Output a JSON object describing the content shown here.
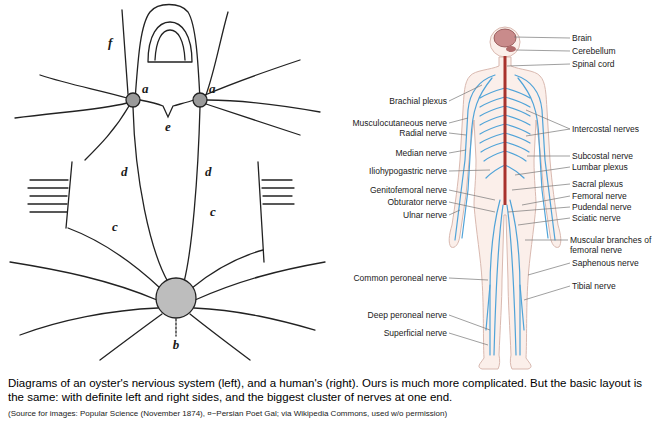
{
  "diagram": {
    "caption": "Diagrams of an oyster's nervious system (left), and a human's (right). Ours is much more complicated. But the basic layout is the same: with definite left and right sides, and the biggest cluster of nerves at one end.",
    "labels": [
      "f",
      "a",
      "a",
      "e",
      "d",
      "d",
      "c",
      "c",
      "b",
      "Brain",
      "Cerebellum",
      "Spinal cord",
      "Brachial plexus",
      "Musculocutaneous nerve",
      "Intercostal nerves",
      "Radial nerve",
      "Median nerve",
      "Subcostal nerve",
      "Lumbar plexus",
      "Iliohypogastric nerve",
      "Sacral plexus",
      "Genitofemoral nerve",
      "Femoral nerve",
      "Obturator nerve",
      "Pudendal nerve",
      "Ulnar nerve",
      "Sciatic nerve",
      "Muscular branches of femoral nerve",
      "Saphenous nerve",
      "Common peroneal nerve",
      "Tibial nerve",
      "Deep peroneal nerve",
      "Superficial nerve",
      "(Source for images: Popular Science (November 1874), ¤~Persian Poet Gal; via Wikipedia Commons, used w/o permission)"
    ]
  }
}
